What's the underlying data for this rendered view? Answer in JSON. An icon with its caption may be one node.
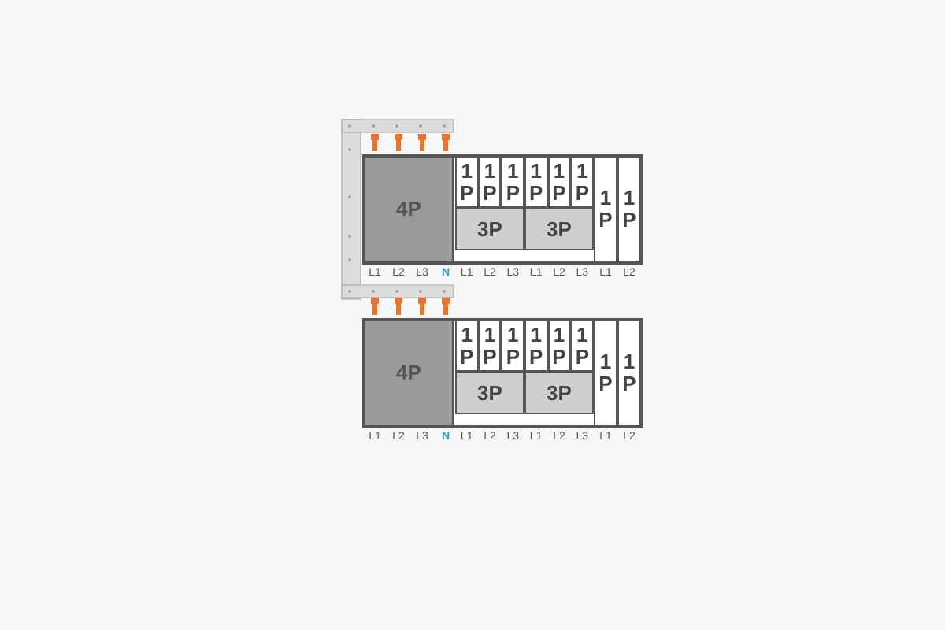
{
  "diagram": {
    "nodes": [
      {
        "text": [
          "4P"
        ]
      },
      {
        "text": [
          "1P"
        ]
      },
      {
        "text": [
          "1P"
        ]
      },
      {
        "text": [
          "1P"
        ]
      },
      {
        "text": [
          "1P"
        ]
      },
      {
        "text": [
          "1P"
        ]
      },
      {
        "text": [
          "1P"
        ]
      },
      {
        "text": [
          "3P"
        ]
      },
      {
        "text": [
          "3P"
        ]
      },
      {
        "text": [
          "1P"
        ]
      },
      {
        "text": [
          "1P"
        ]
      },
      {
        "text": [
          "4P"
        ]
      },
      {
        "text": [
          "1P"
        ]
      },
      {
        "text": [
          "1P"
        ]
      },
      {
        "text": [
          "1P"
        ]
      },
      {
        "text": [
          "1P"
        ]
      },
      {
        "text": [
          "1P"
        ]
      },
      {
        "text": [
          "1P"
        ]
      },
      {
        "text": [
          "3P"
        ]
      },
      {
        "text": [
          "3P"
        ]
      },
      {
        "text": [
          "1P"
        ]
      },
      {
        "text": [
          "1P"
        ]
      }
    ],
    "labels": [
      "L1",
      "L2",
      "L3",
      "N",
      "L1",
      "L2",
      "L3",
      "L1",
      "L2",
      "L3",
      "L1",
      "L2",
      "L1",
      "L2",
      "L3",
      "N",
      "L1",
      "L2",
      "L3",
      "L1",
      "L2",
      "L3",
      "L1",
      "L2"
    ]
  }
}
